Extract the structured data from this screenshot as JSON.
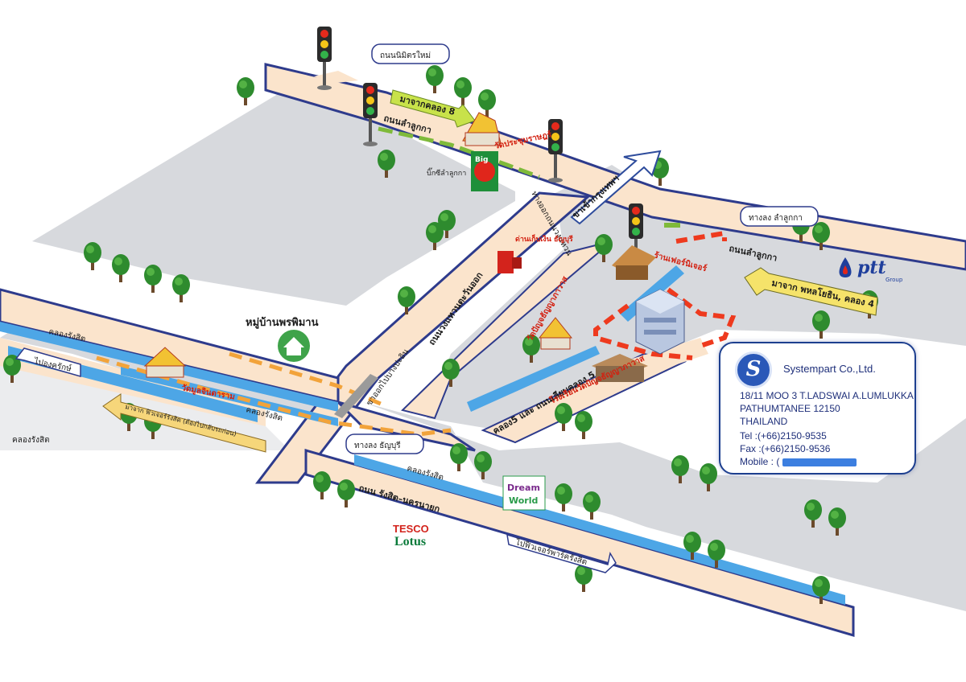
{
  "roads": {
    "nimit_mai": "ถนนนิมิตรใหม่",
    "lam_luk_ka_top": "ถนนลำลูกกา",
    "lam_luk_ka_right": "ถนนลำลูกกา",
    "ring_road": "ถนนวงแหวนตะวันออก",
    "rangsit_nakhon_nayok": "ถนน รังสิต–นครนายก",
    "khlong5_road": "คลอง5 และ ถนนเลียบคลอง 5",
    "to_bangkok": "ขาเข้ากรุงเทพฯ",
    "ring_side": "ทางออกถนนวงแหวน",
    "exit_ring": "ขาออกไปบางปะอิน"
  },
  "callouts": {
    "nimit_mai": "ถนนนิมิตรใหม่",
    "down_lam_luk_ka": "ทางลง ลำลูกกา",
    "down_thanyaburi": "ทางลง ธัญบุรี",
    "to_ong_kharak": "ไปองครักษ์",
    "to_future_park": "ไปฟิวเจอร์พาร์ครังสิต"
  },
  "arrows": {
    "from_khlong8": "มาจากคลอง 8",
    "from_phahonyothin": "มาจาก พหลโยธิน, คลอง 4",
    "from_future_park": "มาจาก ฟิวเจอร์รังสิต (ต้องไปกลับรถก่อน)"
  },
  "canals": {
    "rangsit_left": "คลองรังสิต",
    "rangsit_mid": "คลองรังสิต",
    "rangsit_lower_left": "คลองรังสิต",
    "rangsit_bottom": "คลองรังสิต"
  },
  "places": {
    "wat_prachum": "วัดประชุมราษฎร์",
    "big_c": "บิ๊กซีลำลูกกา",
    "toll": "ด่านเก็บเงิน ธัญบุรี",
    "furniture_shop": "ร้านเฟอร์นิเจอร์",
    "village": "หมู่บ้านพรพิมาน",
    "wat_mun": "วัดมูลจินดาราม",
    "wat_panya": "วัดปัญจธัญญาภาวาส",
    "school": "โรงเรียนวัดปัญจธัญญาภาวาส",
    "dream_world_1": "Dream",
    "dream_world_2": "World",
    "tesco_1": "TESCO",
    "tesco_2": "Lotus",
    "ptt_1": "ptt",
    "ptt_2": "Group",
    "bigc_logo": "Big"
  },
  "company": {
    "name": "Systempart Co.,Ltd.",
    "logo_letter": "S",
    "address_1": "18/11 MOO 3 T.LADSWAI A.LUMLUKKA",
    "address_2": "PATHUMTANEE 12150",
    "address_3": "THAILAND",
    "tel": "Tel :(+66)2150-9535",
    "fax": "Fax :(+66)2150-9536",
    "mobile_label": "Mobile : ("
  },
  "colors": {
    "ground": "#d7d9dd",
    "road": "#fbe4cc",
    "road_edge": "#2e3b8c",
    "canal": "#4da6e6",
    "tree": "#2e8b2e",
    "orange_arrow": "#f2a33a",
    "green_arrow": "#7fba3a",
    "red_route": "#ee3a1e"
  }
}
